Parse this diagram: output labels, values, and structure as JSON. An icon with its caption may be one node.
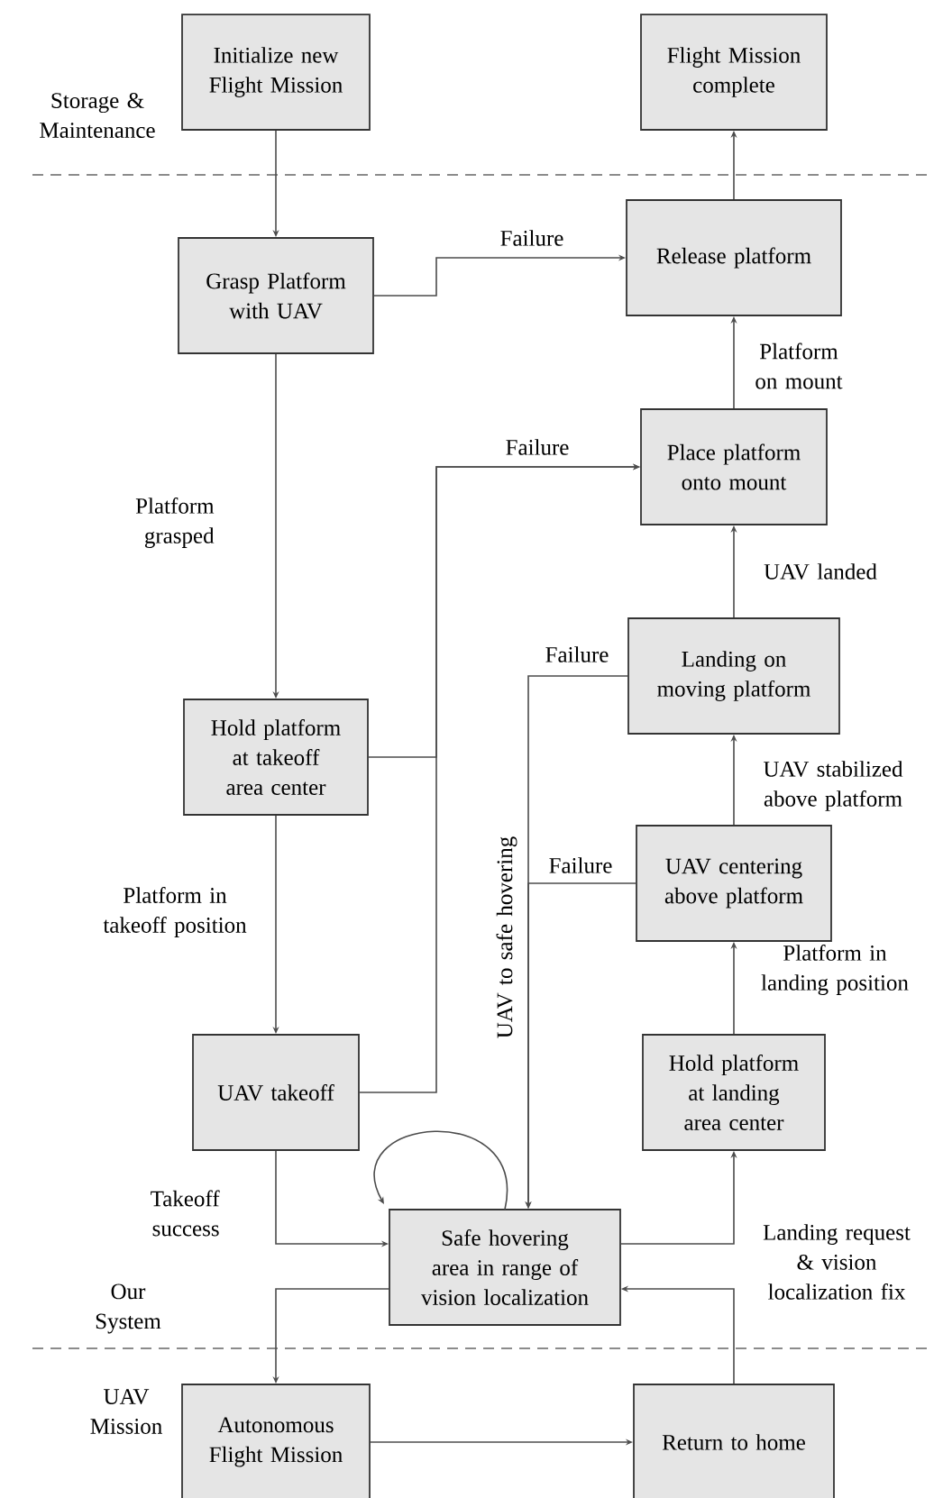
{
  "diagram": {
    "nodes": [
      {
        "text": [
          "Initialize new Flight Mission"
        ]
      },
      {
        "text": [
          "Flight Mission complete"
        ]
      },
      {
        "text": [
          "Grasp Platform with UAV"
        ]
      },
      {
        "text": [
          "Release platform"
        ]
      },
      {
        "text": [
          "Place platform onto mount"
        ]
      },
      {
        "text": [
          "Landing on moving platform"
        ]
      },
      {
        "text": [
          "Hold platform at takeoff area center"
        ]
      },
      {
        "text": [
          "UAV centering above platform"
        ]
      },
      {
        "text": [
          "UAV takeoff"
        ]
      },
      {
        "text": [
          "Hold platform at landing area center"
        ]
      },
      {
        "text": [
          "Safe hovering area in range of vision localization"
        ]
      },
      {
        "text": [
          "Autonomous Flight Mission"
        ]
      },
      {
        "text": [
          "Return to home"
        ]
      }
    ],
    "edges": [
      {
        "from": 0,
        "to": 2,
        "arrow": "to"
      },
      {
        "from": 2,
        "to": 3,
        "arrow": "to",
        "label": "Failure"
      },
      {
        "from": 2,
        "to": 6,
        "arrow": "to",
        "label": "Platform grasped"
      },
      {
        "from": 6,
        "to": 4,
        "arrow": "to",
        "label": "Failure"
      },
      {
        "from": 8,
        "to": 4,
        "arrow": "to"
      },
      {
        "from": 4,
        "to": 3,
        "arrow": "to",
        "label": "Platform on mount"
      },
      {
        "from": 3,
        "to": 1,
        "arrow": "to"
      },
      {
        "from": 5,
        "to": 4,
        "arrow": "to",
        "label": "UAV landed"
      },
      {
        "from": 7,
        "to": 5,
        "arrow": "to",
        "label": "UAV stabilized above platform"
      },
      {
        "from": 9,
        "to": 7,
        "arrow": "to",
        "label": "Platform in landing position"
      },
      {
        "from": 10,
        "to": 9,
        "arrow": "to",
        "label": "Landing request & vision localization fix"
      },
      {
        "from": 6,
        "to": 8,
        "arrow": "to",
        "label": "Platform in takeoff position"
      },
      {
        "from": 8,
        "to": 10,
        "arrow": "to",
        "label": "Takeoff success"
      },
      {
        "from": 10,
        "to": 10,
        "arrow": "to"
      },
      {
        "from": 5,
        "to": 10,
        "arrow": "to",
        "label": "Failure"
      },
      {
        "from": 7,
        "to": 10,
        "arrow": "to",
        "label": "Failure"
      },
      {
        "from": 10,
        "to": 11,
        "arrow": "to"
      },
      {
        "from": 11,
        "to": 12,
        "arrow": "to"
      },
      {
        "from": 12,
        "to": 10,
        "arrow": "to"
      }
    ],
    "labels": [
      "Storage & Maintenance",
      "UAV to safe hovering",
      "Our System",
      "UAV Mission"
    ]
  }
}
